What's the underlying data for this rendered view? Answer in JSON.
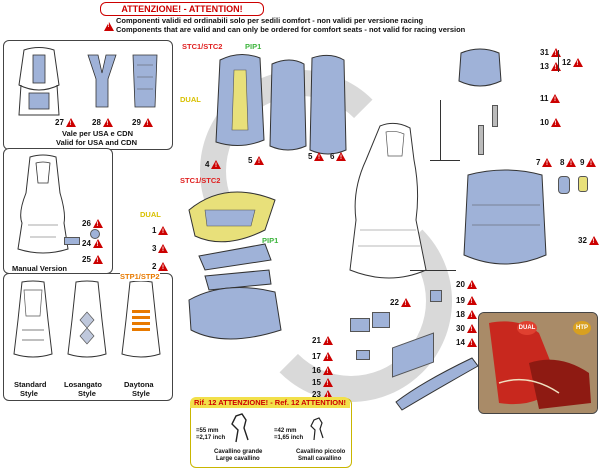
{
  "attention": {
    "title": "ATTENZIONE! - ATTENTION!",
    "line_it": "Componenti validi ed ordinabili solo per sedili comfort - non validi per versione racing",
    "line_en": "Components that are valid and can only be ordered for comfort seats - not valid for racing version"
  },
  "usa_box": {
    "caption_it": "Vale per USA e CDN",
    "caption_en": "Valid for USA and CDN",
    "parts": [
      "27",
      "28",
      "29"
    ]
  },
  "manual_box": {
    "caption": "Manual Version",
    "parts": [
      "26",
      "24",
      "25"
    ]
  },
  "styles_box": {
    "styles": [
      {
        "name_1": "Standard",
        "name_2": "Style"
      },
      {
        "name_1": "Losangato",
        "name_2": "Style"
      },
      {
        "name_1": "Daytona",
        "name_2": "Style"
      }
    ],
    "stp_label": "STP1/STP2"
  },
  "seat_labels": {
    "stc_top": "STC1/STC2",
    "pip_top": "PIP1",
    "dual_top": "DUAL",
    "stc_mid": "STC1/STC2",
    "dual_mid": "DUAL",
    "pip_mid": "PIP1"
  },
  "callouts": {
    "c1": "1",
    "c2": "2",
    "c3": "3",
    "c4": "4",
    "c5a": "5",
    "c5b": "5",
    "c6": "6",
    "c7": "7",
    "c8": "8",
    "c9": "9",
    "c10": "10",
    "c11": "11",
    "c12": "12",
    "c13": "13",
    "c14": "14",
    "c15": "15",
    "c16": "16",
    "c17": "17",
    "c18": "18",
    "c19": "19",
    "c20": "20",
    "c21": "21",
    "c22": "22",
    "c23": "23",
    "c30": "30",
    "c31": "31",
    "c32": "32"
  },
  "ref12": {
    "title": "Rif. 12 ATTENZIONE! - Ref. 12 ATTENTION!",
    "large_dim_1": "=55 mm",
    "large_dim_2": "=2,17 inch",
    "large_caption_1": "Cavallino grande",
    "large_caption_2": "Large cavallino",
    "small_dim_1": "=42 mm",
    "small_dim_2": "=1,65 inch",
    "small_caption_1": "Cavallino piccolo",
    "small_caption_2": "Small cavallino"
  },
  "photo": {
    "dual_tag": "DUAL",
    "htp_tag": "HTP"
  },
  "colors": {
    "warning_red": "#cc0000",
    "part_blue": "#9fb2d8",
    "label_green": "#3cb43c",
    "label_yellow": "#d8c000",
    "label_orange": "#e87a00",
    "seat_red": "#c8281e"
  }
}
